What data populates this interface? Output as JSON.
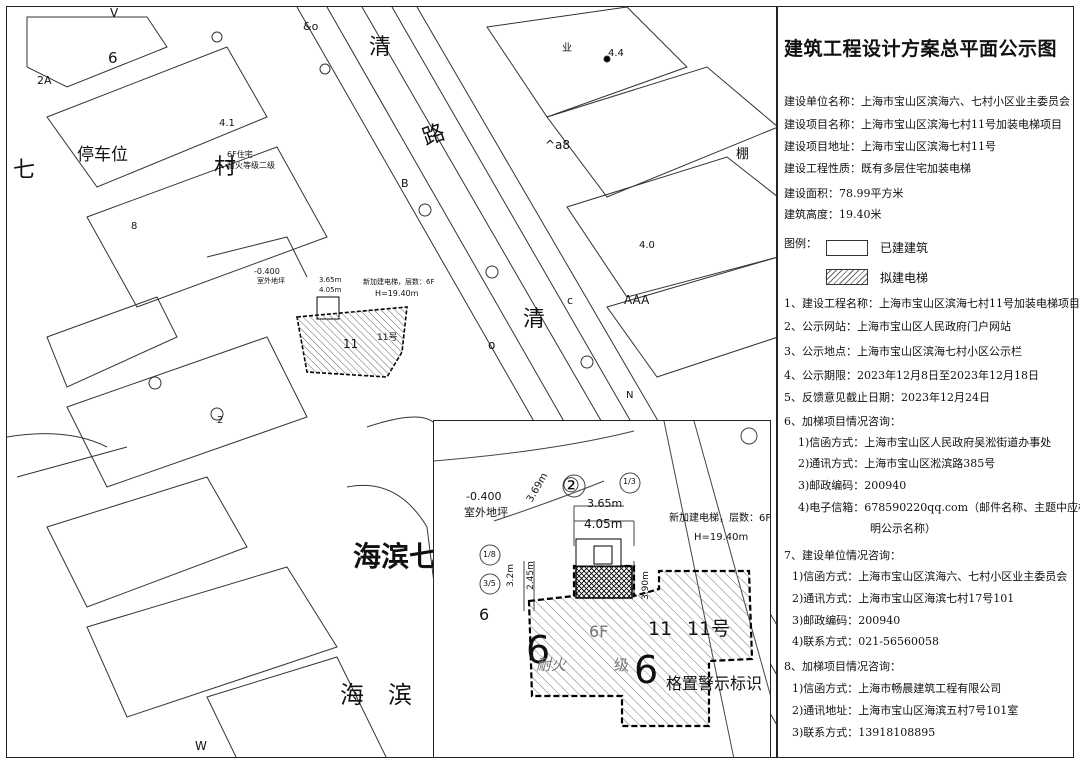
{
  "panel": {
    "title": "建筑工程设计方案总平面公示图",
    "lines": [
      "建设单位名称：上海市宝山区滨海六、七村小区业主委员会",
      "建设项目名称：上海市宝山区滨海七村11号加装电梯项目",
      "建设项目地址：上海市宝山区滨海七村11号",
      "建设工程性质：既有多层住宅加装电梯",
      "建设面积：78.99平方米",
      "建筑高度：19.40米"
    ],
    "legend_label": "图例：",
    "legend_existing": "已建建筑",
    "legend_proposed": "拟建电梯",
    "items": [
      "1、建设工程名称：上海市宝山区滨海七村11号加装电梯项目",
      "2、公示网站：上海市宝山区人民政府门户网站",
      "3、公示地点：上海市宝山区滨海七村小区公示栏",
      "4、公示期限：2023年12月8日至2023年12月18日",
      "5、反馈意见截止日期：2023年12月24日",
      "6、加梯项目情况咨询："
    ],
    "consult6": [
      "1)信函方式：上海市宝山区人民政府吴淞街道办事处",
      "2)通讯方式：上海市宝山区淞滨路385号",
      "3)邮政编码：200940",
      "4)电子信箱：678590220qq.com（邮件名称、主题中应标",
      "明公示名称）"
    ],
    "section7": "7、建设单位情况咨询：",
    "consult7": [
      "1)信函方式：上海市宝山区滨海六、七村小区业主委员会",
      "2)通讯方式：上海市宝山区海滨七村17号101",
      "3)邮政编码：200940",
      "4)联系方式：021-56560058"
    ],
    "section8": "8、加梯项目情况咨询：",
    "consult8": [
      "1)信函方式：上海市畅晨建筑工程有限公司",
      "2)通讯地址：上海市宝山区海滨五村7号101室",
      "3)联系方式：13918108895"
    ]
  },
  "map": {
    "road_chars": [
      "清",
      "路",
      "清"
    ],
    "area_labels": [
      "停车位",
      "七",
      "村",
      "海滨七",
      "海",
      "滨"
    ],
    "symbols": [
      "V",
      "6",
      "2A",
      "4.1",
      "4.4",
      "4.0",
      "AAA",
      "^a8",
      "棚",
      "&o",
      "B",
      "2",
      "8",
      "W",
      "业",
      "o",
      "N",
      "c"
    ],
    "small_notes": {
      "building_type": "6F住宅",
      "fire_rating": "耐火等级二级",
      "elevation": "-0.400",
      "outdoor": "室外地坪",
      "dim1": "3.65m",
      "dim2": "4.05m",
      "elevator_note": "新加建电梯，层数：6F",
      "height": "H=19.40m",
      "bldg_no": "11",
      "bldg_no2": "11号"
    }
  },
  "inset": {
    "elevation": "-0.400",
    "outdoor": "室外地坪",
    "dim_a": "3.65m",
    "dim_b": "4.05m",
    "dim_c": "3.69m",
    "dim_d": "3.90m",
    "dim_e": "3.2m",
    "dim_f": "2.45m",
    "circle_2": "②",
    "circle_13": "1/3",
    "circle_18": "1/8",
    "circle_35": "3/5",
    "elevator_note": "新加建电梯，层数：6F",
    "height": "H=19.40m",
    "six_left": "6",
    "six_big": "6",
    "six_center": "6",
    "label_6f": "6F",
    "label_11a": "11",
    "label_11b": "11号",
    "fire": "耐火",
    "level": "级",
    "warning": "格置警示标识"
  }
}
